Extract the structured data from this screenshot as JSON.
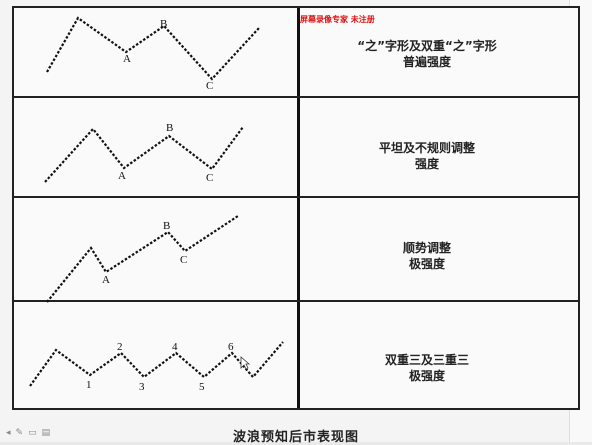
{
  "watermark": "屏幕录像专家 未注册",
  "rows": [
    {
      "labels": [
        "B",
        "A",
        "C"
      ],
      "desc_lines": [
        "“之”字形及双重“之”字形",
        "普遍强度"
      ]
    },
    {
      "labels": [
        "B",
        "A",
        "C"
      ],
      "desc_lines": [
        "平坦及不规则调整",
        "强度"
      ]
    },
    {
      "labels": [
        "B",
        "C",
        "A"
      ],
      "desc_lines": [
        "顺势调整",
        "极强度"
      ]
    },
    {
      "labels": [
        "2",
        "4",
        "6",
        "1",
        "3",
        "5"
      ],
      "desc_lines": [
        "双重三及三重三",
        "极强度"
      ]
    }
  ],
  "caption": "波浪预知后市表现图",
  "toolbar_icons": [
    "pointer-icon",
    "pen-icon",
    "eraser-icon",
    "list-icon"
  ]
}
